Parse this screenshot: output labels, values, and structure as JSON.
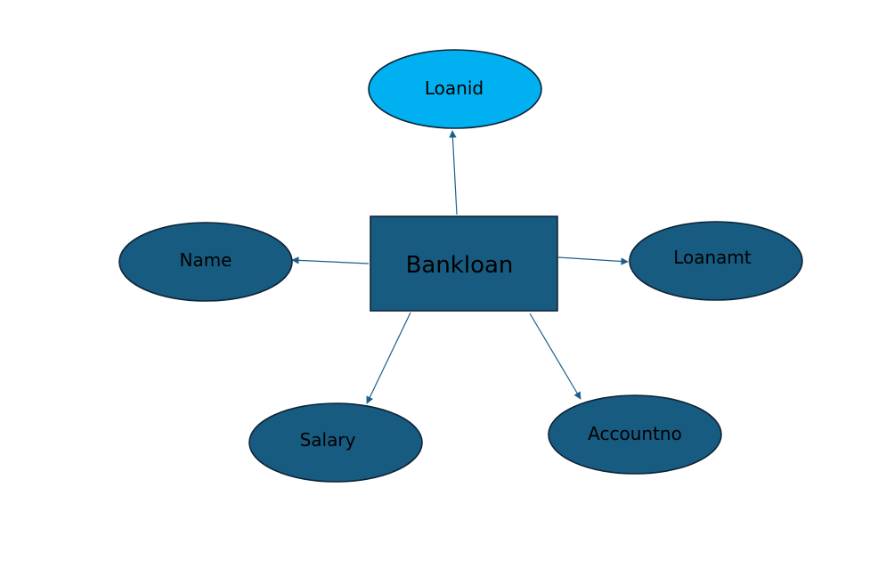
{
  "entity": {
    "label": "Bankloan",
    "fill": "#175b80"
  },
  "attributes": [
    {
      "id": "loanid",
      "label": "Loanid",
      "fill": "#00b0f0",
      "highlighted": true
    },
    {
      "id": "name",
      "label": "Name",
      "fill": "#175b80"
    },
    {
      "id": "loanamt",
      "label": "Loanamt",
      "fill": "#175b80"
    },
    {
      "id": "salary",
      "label": "Salary",
      "fill": "#175b80"
    },
    {
      "id": "accountno",
      "label": "Accountno",
      "fill": "#175b80"
    }
  ],
  "edges": [
    {
      "from": "entity",
      "to": "loanid"
    },
    {
      "from": "entity",
      "to": "name"
    },
    {
      "from": "entity",
      "to": "loanamt"
    },
    {
      "from": "entity",
      "to": "salary"
    },
    {
      "from": "entity",
      "to": "accountno"
    }
  ],
  "colors": {
    "edge": "#1b6087",
    "outline": "#0f2438"
  }
}
